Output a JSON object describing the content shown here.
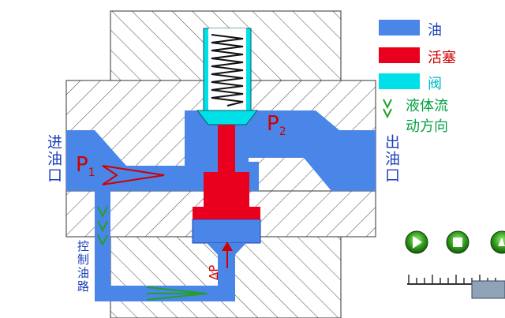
{
  "legend": {
    "items": [
      {
        "label": "油",
        "color": "#4a86e8"
      },
      {
        "label": "活塞",
        "color": "#e8001e"
      },
      {
        "label": "阀",
        "color": "#00e0e8"
      }
    ],
    "flow_label_1": "液体流",
    "flow_label_2": "动方向",
    "text_color": "#00a040"
  },
  "labels": {
    "inlet": "进油口",
    "outlet": "出油口",
    "control_line": "控制油路",
    "p1_main": "P",
    "p1_sub": "1",
    "p2_main": "P",
    "p2_sub": "2",
    "delta_p": "ΔP"
  },
  "colors": {
    "oil": "#4a86e8",
    "piston": "#e8001e",
    "valve": "#00e0e8",
    "text_blue": "#1a3fb8",
    "text_red": "#d00000",
    "control_green": "#24a024"
  },
  "controls": {
    "play_icon": "play-icon",
    "stop_icon": "stop-icon",
    "next_icon": "next-icon"
  }
}
